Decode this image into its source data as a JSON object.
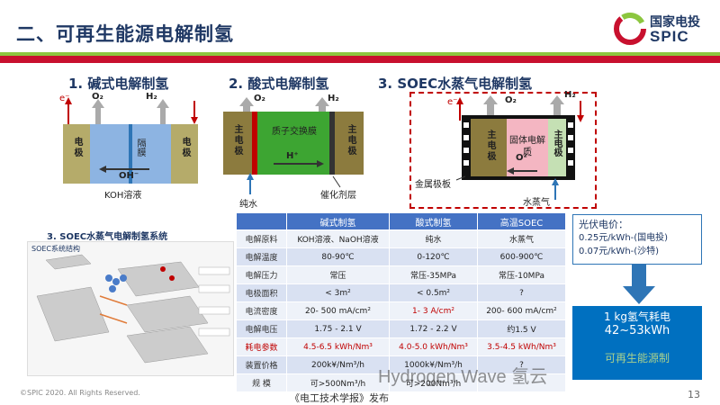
{
  "header": {
    "title": "二、可再生能源电解制氢",
    "logo_cn": "国家电投",
    "logo_en": "SPIC"
  },
  "diagram1": {
    "title": "1. 碱式电解制氢",
    "electron": "e⁻",
    "o2": "O₂",
    "h2": "H₂",
    "left_electrode": "电极",
    "right_electrode": "电极",
    "membrane": "隔膜",
    "ion": "OH⁻",
    "electrolyte": "KOH溶液"
  },
  "diagram2": {
    "title": "2. 酸式电解制氢",
    "o2": "O₂",
    "h2": "H₂",
    "left_electrode": "主电极",
    "right_electrode": "主电极",
    "membrane": "质子交换膜",
    "ion": "H⁺",
    "water": "纯水",
    "catalyst": "催化剂层"
  },
  "diagram3": {
    "title": "3. SOEC水蒸气电解制氢",
    "electron": "e⁻",
    "o2": "O₂",
    "h2": "H₂",
    "left_electrode": "主电极",
    "right_electrode": "主电极",
    "electrolyte": "固体电解质",
    "ion": "O²⁻",
    "plate": "金属极板",
    "steam": "水蒸气"
  },
  "system": {
    "title": "3. SOEC水蒸气电解制氢系统",
    "panel_header": "SOEC系统结构"
  },
  "table": {
    "headers": [
      "",
      "碱式制氢",
      "酸式制氢",
      "高温SOEC"
    ],
    "rows": [
      [
        "电解原料",
        "KOH溶液、NaOH溶液",
        "纯水",
        "水蒸气"
      ],
      [
        "电解温度",
        "80-90℃",
        "0-120℃",
        "600-900℃"
      ],
      [
        "电解压力",
        "常压",
        "常压-35MPa",
        "常压-10MPa"
      ],
      [
        "电极面积",
        "< 3m²",
        "< 0.5m²",
        "?"
      ],
      [
        "电流密度",
        "20- 500 mA/cm²",
        "1- 3 A/cm²",
        "200- 600 mA/cm²"
      ],
      [
        "电解电压",
        "1.75 - 2.1 V",
        "1.72 - 2.2 V",
        "约1.5 V"
      ],
      [
        "耗电参数",
        "4.5-6.5 kWh/Nm³",
        "4.0-5.0 kWh/Nm³",
        "3.5-4.5 kWh/Nm³"
      ],
      [
        "装置价格",
        "200k¥/Nm³/h",
        "1000k¥/Nm³/h",
        "?"
      ],
      [
        "规 模",
        "可>500Nm³/h",
        "可>200Nm³/h",
        ""
      ]
    ]
  },
  "price_box": {
    "label": "光伏电价：",
    "line1": "0.25元/kWh-(国电投)",
    "line2": "0.07元/kWh-(沙特)"
  },
  "result_box": {
    "line1": "1 kg氢气耗电",
    "line2": "42~53kWh",
    "line3": "可再生能源制"
  },
  "footer": {
    "copyright": "©SPIC 2020. All Rights Reserved.",
    "source": "《电工技术学报》发布",
    "page": "13",
    "watermark": "Hydrogen Wave 氢云"
  },
  "colors": {
    "title_blue": "#1f3864",
    "accent_red": "#c8102e",
    "accent_green": "#8cc63f",
    "table_header": "#4472c4",
    "box_blue": "#0070c0"
  }
}
